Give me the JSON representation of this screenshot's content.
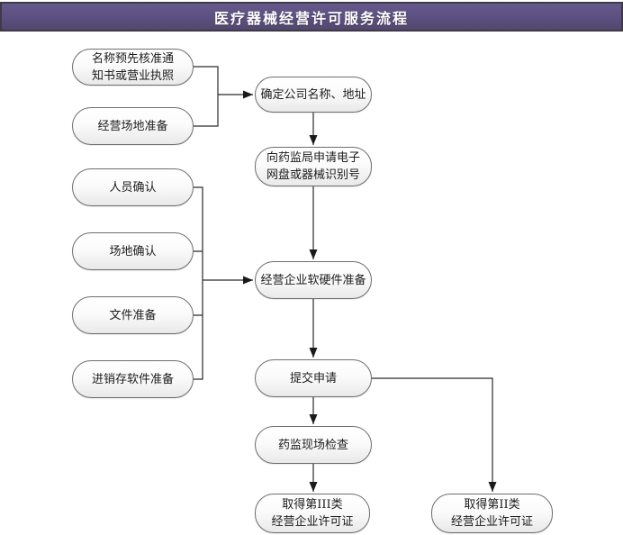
{
  "header": {
    "title": "医疗器械经营许可服务流程"
  },
  "colors": {
    "header_gradient_top": "#655a8b",
    "header_gradient_bottom": "#52486c",
    "header_border": "#3e3a48",
    "header_text": "#ffffff",
    "node_fill_top": "#ffffff",
    "node_fill_bottom": "#e9e9e9",
    "node_border": "#6e6e6e",
    "node_text": "#1c1c1c",
    "connector_line": "#2a2a2a",
    "background": "#ffffff"
  },
  "nodes": {
    "name_preapproval": "名称预先核准通\n知书或营业执照",
    "premises_prepare": "经营场地准备",
    "personnel_confirm": "人员确认",
    "site_confirm": "场地确认",
    "document_prepare": "文件准备",
    "inventory_software": "进销存软件准备",
    "company_name_address": "确定公司名称、地址",
    "apply_electronic_id": "向药监局申请电子\n网盘或器械识别号",
    "hw_sw_prepare": "经营企业软硬件准备",
    "submit_application": "提交申请",
    "onsite_inspection": "药监现场检查",
    "class3_license": "取得第III类\n经营企业许可证",
    "class2_license": "取得第II类\n经营企业许可证"
  }
}
